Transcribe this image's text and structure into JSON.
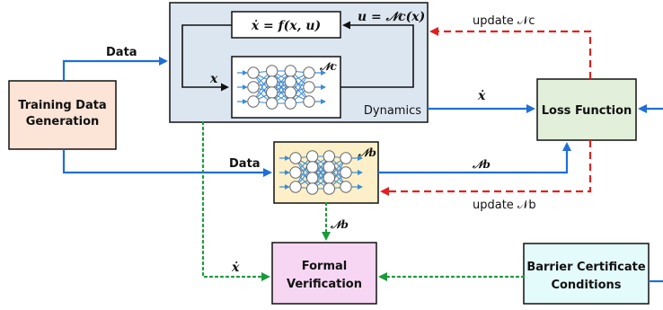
{
  "boxes": {
    "training": {
      "line1": "Training Data",
      "line2": "Generation"
    },
    "dynamics": {
      "label": "Dynamics"
    },
    "loss": {
      "label": "Loss Function"
    },
    "formal": {
      "line1": "Formal",
      "line2": "Verification"
    },
    "barrier": {
      "line1": "Barrier Certificate",
      "line2": "Conditions"
    }
  },
  "equations": {
    "dynamics_eq": "ẋ = f(x, u)",
    "controller_eq": "u = 𝒩c(x)",
    "controller_net": "𝒩c",
    "barrier_net": "𝒩b",
    "state_x": "x"
  },
  "edges": {
    "data_top": "Data",
    "data_mid": "Data",
    "xdot_to_loss": "ẋ",
    "nb_to_loss": "𝒩b",
    "update_nc": "update 𝒩c",
    "update_nb": "update 𝒩b",
    "nb_to_formal": "𝒩b",
    "xdot_to_formal": "ẋ"
  },
  "colors": {
    "blue_arrow": "#1f6fd6",
    "red_dashed": "#e02020",
    "green_dotted": "#1a9a3a",
    "training_fill": "#fce4d6",
    "dynamics_fill": "#dce6f1",
    "loss_fill": "#e2efda",
    "barrier_net_fill": "#fdf0c8",
    "formal_fill": "#f6d6f2",
    "barrier_fill": "#e4fbfb",
    "neuron_line": "#3a8ad6"
  }
}
